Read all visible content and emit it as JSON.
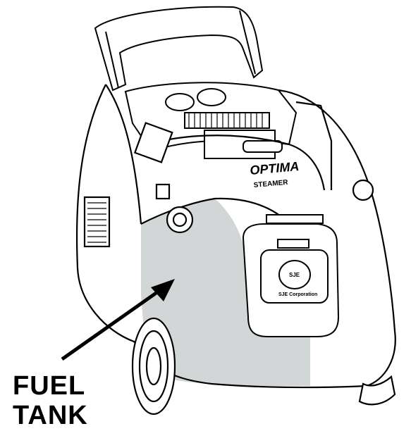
{
  "callout": {
    "line1": "FUEL",
    "line2": "TANK"
  },
  "machine": {
    "brand_script": "OPTIMA",
    "brand_sub": "STEAMER",
    "badge_text": "SJE Corporation",
    "badge_logo": "SJE"
  },
  "colors": {
    "highlight": "#d3d6d6",
    "outline": "#000000",
    "background": "#ffffff"
  },
  "icons": [
    "fuel-pump-icon",
    "ce-mark-icon",
    "warning-icon"
  ]
}
